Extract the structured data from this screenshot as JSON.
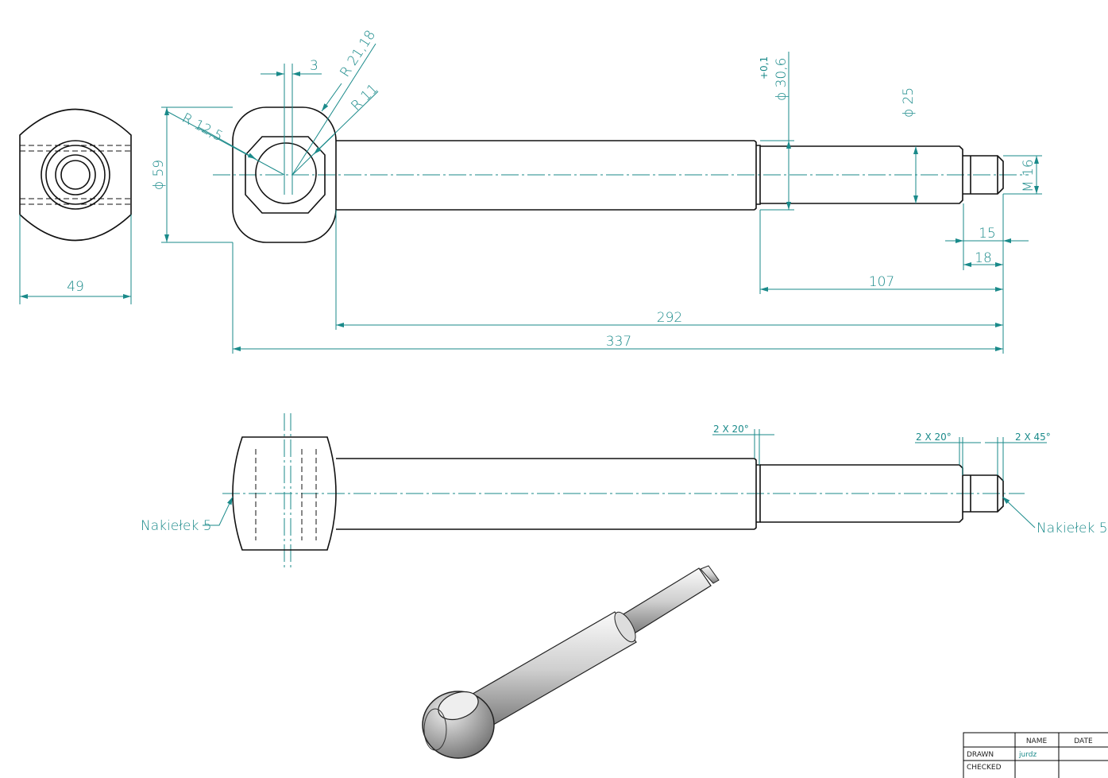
{
  "dimensions": {
    "width_49": "49",
    "dia_59": "ϕ 59",
    "r_12_5": "R 12,5",
    "r_21_18": "R 21,18",
    "r_11": "R 11",
    "offset_3": "3",
    "dia_30_6": "ϕ 30,6",
    "tol_30_6": "+0,1",
    "dia_25": "ϕ 25",
    "thread_m16": "M 16",
    "len_15": "15",
    "len_18": "18",
    "len_107": "107",
    "len_292": "292",
    "len_337": "337"
  },
  "annotations": {
    "chamfer_1": "2 X 20°",
    "chamfer_2": "2 X 20°",
    "chamfer_3": "2 X 45°",
    "note_left": "Nakiełek 5",
    "note_right": "Nakiełek 5"
  },
  "title_block": {
    "col_name": "NAME",
    "col_date": "DATE",
    "row_drawn": "DRAWN",
    "drawn_name": "jurdz",
    "row_checked": "CHECKED"
  },
  "colors": {
    "dimension": "#1a8a8a",
    "geometry": "#111111"
  }
}
